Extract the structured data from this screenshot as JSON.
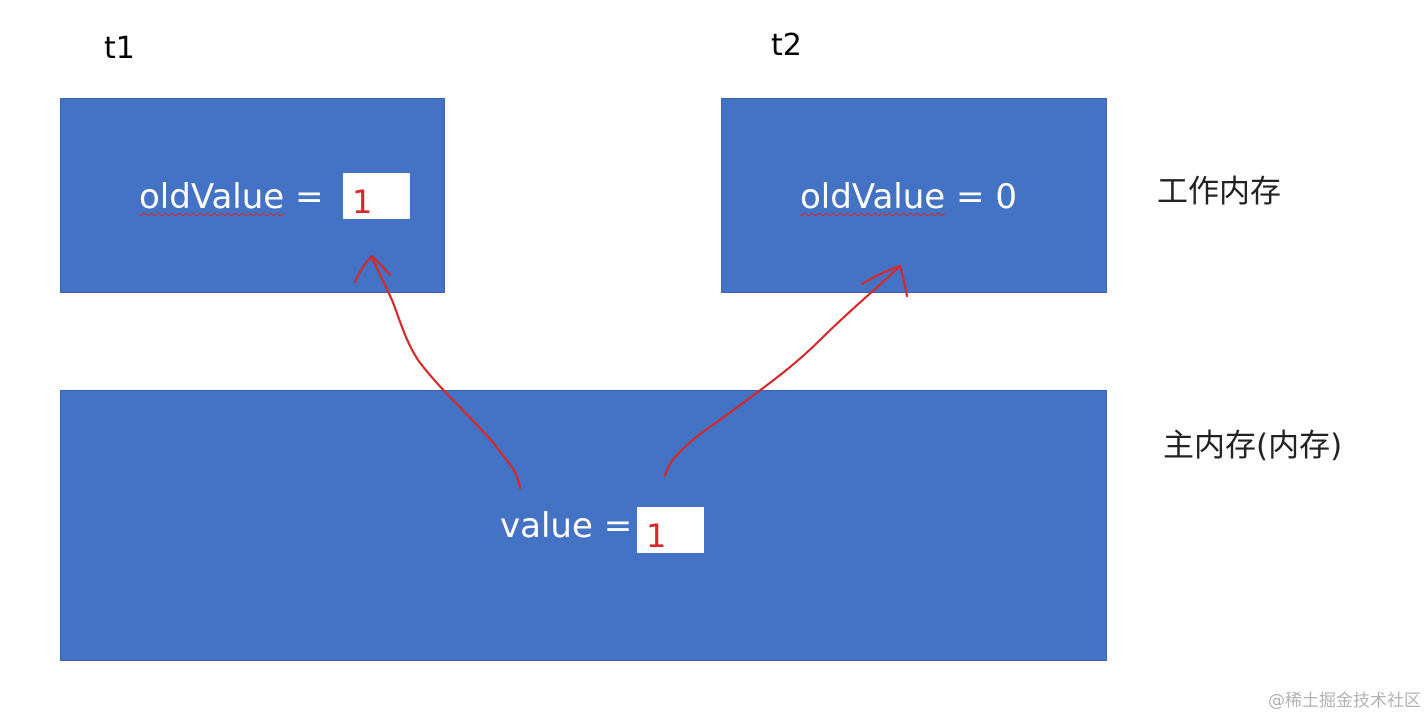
{
  "threads": {
    "t1_label": "t1",
    "t2_label": "t2"
  },
  "t1_box": {
    "var_name": "oldValue",
    "equals": "=",
    "value": "1"
  },
  "t2_box": {
    "var_name": "oldValue",
    "equals": "=",
    "value": "0"
  },
  "main_box": {
    "var_name": "value",
    "equals": "=",
    "value": "1"
  },
  "labels": {
    "working_memory": "工作内存",
    "main_memory": "主内存(内存)"
  },
  "watermark": "@稀土掘金技术社区",
  "colors": {
    "box_fill": "#4472c4",
    "arrow": "#d62828",
    "text_on_box": "#ffffff"
  }
}
